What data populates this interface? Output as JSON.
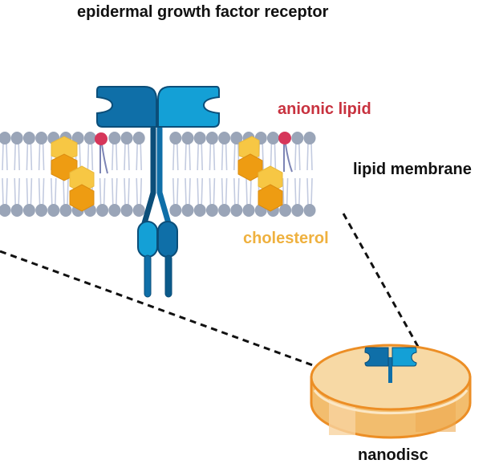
{
  "labels": {
    "egfr": "epidermal growth factor receptor",
    "anionic_lipid": "anionic lipid",
    "lipid_membrane": "lipid membrane",
    "cholesterol": "cholesterol",
    "nanodisc": "nanodisc"
  },
  "colors": {
    "lipid_head": "#9aa5b8",
    "lipid_tail": "#c3cbe0",
    "anionic_head": "#d6365a",
    "anionic_tail": "#7d85b5",
    "receptor_dark": "#0f6fa8",
    "receptor_light": "#14a0d6",
    "receptor_outline": "#0b4e79",
    "cholesterol_light": "#f7c744",
    "cholesterol_dark": "#ee9c12",
    "nanodisc_top": "#f7d9a5",
    "nanodisc_side": "#f2bd6e",
    "nanodisc_rim": "#ec8e25",
    "cholesterol_label": "#efb13f",
    "anionic_label": "#c8323f",
    "text": "#111111"
  }
}
